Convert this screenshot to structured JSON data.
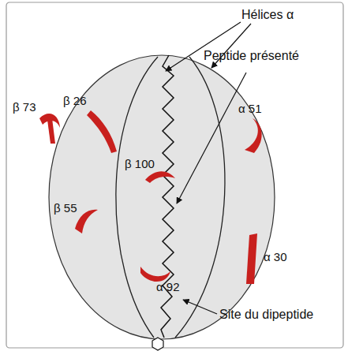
{
  "diagram": {
    "labels": [
      "Hélices α",
      "Peptide présenté",
      "β 73",
      "β 26",
      "β 100",
      "α 51",
      "β 55",
      "α 30",
      "α 92",
      "Site du dipeptide"
    ]
  }
}
